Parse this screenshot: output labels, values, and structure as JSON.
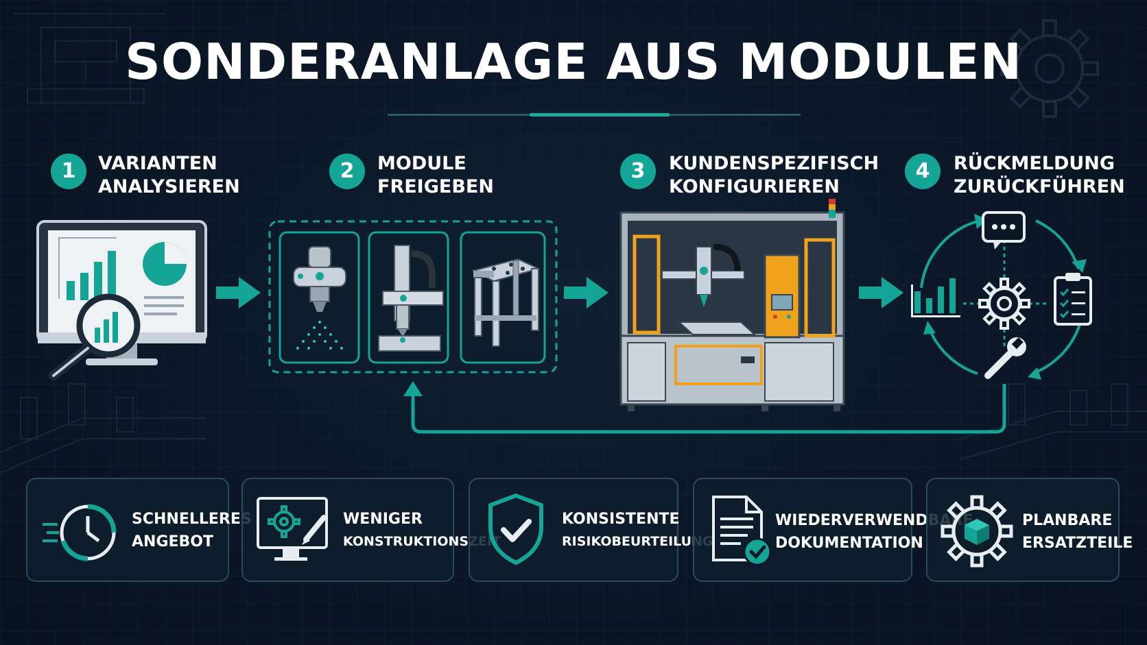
{
  "title": "SONDERANLAGE AUS MODULEN",
  "steps": [
    {
      "number": "1",
      "line1": "VARIANTEN",
      "line2": "ANALYSIEREN"
    },
    {
      "number": "2",
      "line1": "MODULE",
      "line2": "FREIGEBEN"
    },
    {
      "number": "3",
      "line1": "KUNDENSPEZIFISCH",
      "line2": "KONFIGURIEREN"
    },
    {
      "number": "4",
      "line1": "RÜCKMELDUNG",
      "line2": "ZURÜCKFÜHREN"
    }
  ],
  "benefits": [
    {
      "line1": "SCHNELLERES",
      "line2": "ANGEBOT",
      "icon": "fast-clock-icon"
    },
    {
      "line1": "WENIGER",
      "line2": "KONSTRUKTIONSZEIT",
      "icon": "cad-monitor-icon"
    },
    {
      "line1": "KONSISTENTE",
      "line2": "RISIKOBEURTEILUNG",
      "icon": "shield-check-icon"
    },
    {
      "line1": "WIEDERVERWENDBARE",
      "line2": "DOKUMENTATION",
      "icon": "document-check-icon"
    },
    {
      "line1": "PLANBARE",
      "line2": "ERSATZTEILE",
      "icon": "gear-box-icon"
    }
  ],
  "colors": {
    "background": "#0b1626",
    "accent": "#14a596",
    "accent_light": "#2fc7b6",
    "machine_orange": "#f0a21c",
    "panel_border": "#2c4a5e"
  }
}
